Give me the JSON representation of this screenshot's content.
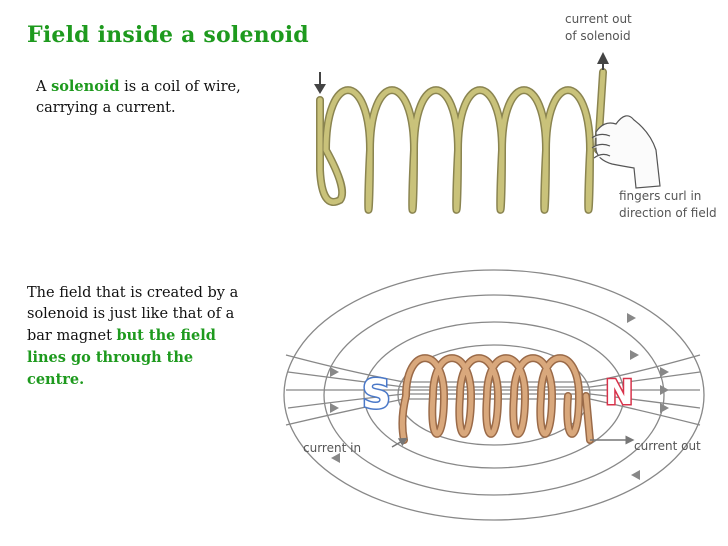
{
  "title": "Field inside a solenoid",
  "intro": {
    "prefix": "A ",
    "highlight": "solenoid",
    "suffix": " is a coil of wire, carrying a current."
  },
  "description": {
    "text": "The field that is created by a solenoid is just like that of a bar magnet ",
    "highlight": "but the field lines go through the centre."
  },
  "top_diagram": {
    "current_out_line1": "current  out",
    "current_out_line2": "of solenoid",
    "fingers_line1": "fingers curl in",
    "fingers_line2": "direction of field"
  },
  "bottom_diagram": {
    "pole_south": "S",
    "pole_north": "N",
    "current_in": "current  in",
    "current_out": "current  out"
  },
  "colors": {
    "green": "#1e9a1e",
    "coil_top": "#c9c27a",
    "coil_bottom": "#d9a87c",
    "south": "#4a78c8",
    "north": "#d8324a"
  }
}
